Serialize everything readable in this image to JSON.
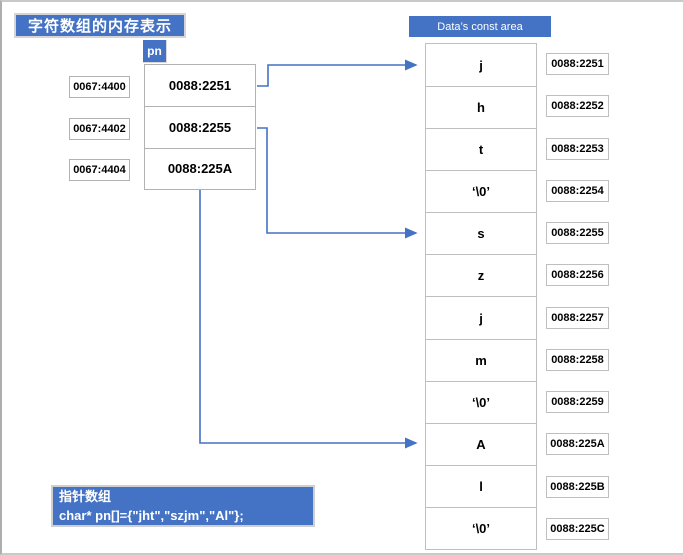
{
  "colors": {
    "accent_blue": "#4472C4",
    "arrow_blue": "#4472C4",
    "box_border_gray": "#BFBFBF",
    "frame_gray": "#C9C9C9",
    "text_white": "#FFFFFF",
    "text_black": "#000000"
  },
  "title_banner": {
    "text": "字符数组的内存表示"
  },
  "pn_label": "pn",
  "pointer_array": {
    "rows": [
      {
        "pointer_address": "0067:4400",
        "value": "0088:2251"
      },
      {
        "pointer_address": "0067:4402",
        "value": "0088:2255"
      },
      {
        "pointer_address": "0067:4404",
        "value": "0088:225A"
      }
    ]
  },
  "const_area": {
    "header": "Data’s const area",
    "cells": [
      {
        "char": "j",
        "address": "0088:2251"
      },
      {
        "char": "h",
        "address": "0088:2252"
      },
      {
        "char": "t",
        "address": "0088:2253"
      },
      {
        "char": "‘\\0’",
        "address": "0088:2254"
      },
      {
        "char": "s",
        "address": "0088:2255"
      },
      {
        "char": "z",
        "address": "0088:2256"
      },
      {
        "char": "j",
        "address": "0088:2257"
      },
      {
        "char": "m",
        "address": "0088:2258"
      },
      {
        "char": "‘\\0’",
        "address": "0088:2259"
      },
      {
        "char": "A",
        "address": "0088:225A"
      },
      {
        "char": "l",
        "address": "0088:225B"
      },
      {
        "char": "‘\\0’",
        "address": "0088:225C"
      }
    ]
  },
  "code_box": {
    "line1": "指针数组",
    "line2": "char* pn[]={\"jht\",\"szjm\",\"Al\"};"
  }
}
